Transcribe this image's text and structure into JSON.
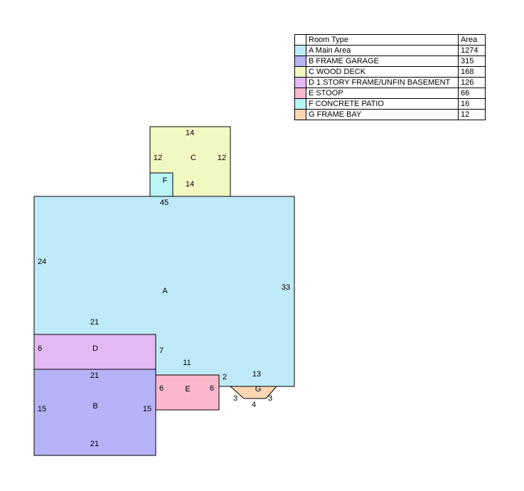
{
  "legend": {
    "header_type": "Room Type",
    "header_area": "Area",
    "rows": [
      {
        "label": "A Main Area",
        "area": "1274",
        "color": "#bfeaf9"
      },
      {
        "label": "B FRAME GARAGE",
        "area": "315",
        "color": "#b6b3f9"
      },
      {
        "label": "C WOOD DECK",
        "area": "168",
        "color": "#f2f8c2"
      },
      {
        "label": "D 1 STORY FRAME/UNFIN BASEMENT",
        "area": "126",
        "color": "#e3b9f6"
      },
      {
        "label": "E STOOP",
        "area": "66",
        "color": "#f9b8cc"
      },
      {
        "label": "F CONCRETE PATIO",
        "area": "16",
        "color": "#b9f5f5"
      },
      {
        "label": "G FRAME BAY",
        "area": "12",
        "color": "#fad6b3"
      }
    ]
  },
  "sketch": {
    "room_labels": {
      "a": "A",
      "b": "B",
      "c": "C",
      "d": "D",
      "e": "E",
      "f": "F",
      "g": "G"
    },
    "dimensions": {
      "a_top": "45",
      "a_left": "24",
      "a_right": "33",
      "a_lower": "21",
      "a_bottom": "11",
      "a_bottom_right": "13",
      "b_top": "21",
      "b_left": "15",
      "b_right": "15",
      "b_bottom": "21",
      "c_top": "14",
      "c_left": "12",
      "c_right": "12",
      "c_bottom": "14",
      "d_left": "6",
      "d_right": "7",
      "e_left": "6",
      "e_right": "6",
      "e_gap": "2",
      "g_left": "3",
      "g_bottom": "4",
      "g_right": "3"
    }
  }
}
